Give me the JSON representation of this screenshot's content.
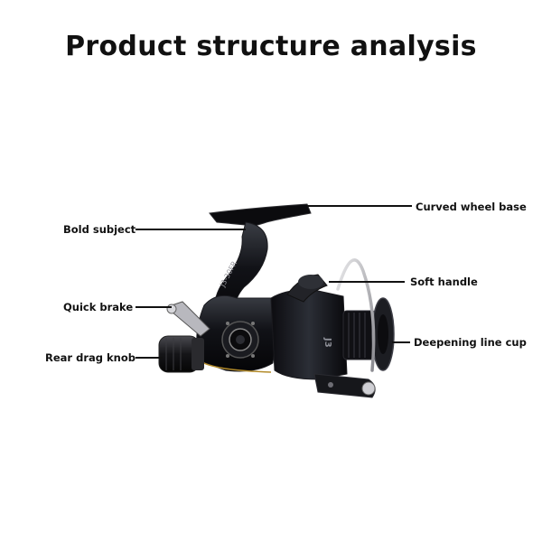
{
  "title": "Product structure analysis",
  "labels": {
    "curved_wheel_base": "Curved wheel base",
    "bold_subject": "Bold subject",
    "soft_handle": "Soft handle",
    "quick_brake": "Quick brake",
    "deepening_line_cup": "Deepening line cup",
    "rear_drag_knob": "Rear drag knob"
  },
  "reel_text": {
    "model": "J3-30FR",
    "spool_text": "J3"
  }
}
